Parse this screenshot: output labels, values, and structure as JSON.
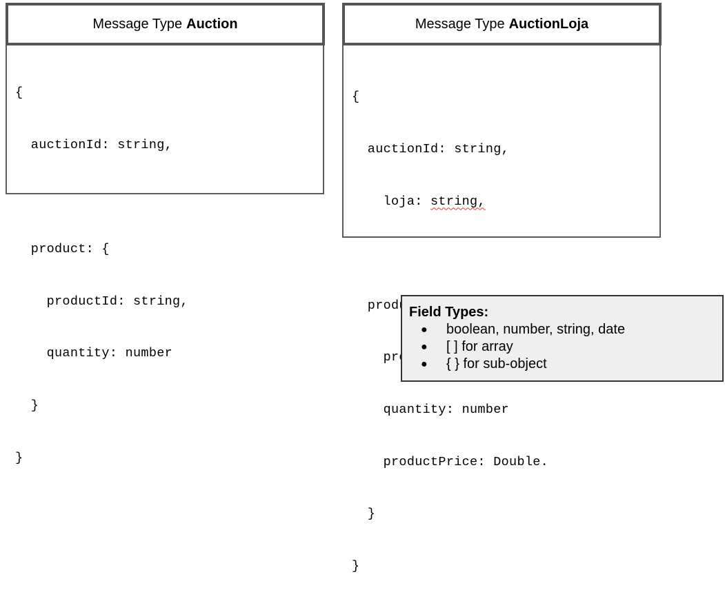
{
  "box_auction": {
    "header_prefix": "Message Type",
    "header_name": "Auction",
    "code_lines": [
      "{",
      "  auctionId: string,",
      "",
      "  product: {",
      "    productId: string,",
      "    quantity: number",
      "  }",
      "}"
    ]
  },
  "box_auction_loja": {
    "header_prefix": "Message Type",
    "header_name": "AuctionLoja",
    "code_lines": [
      "{",
      "  auctionId: string,",
      "    loja: ",
      "",
      "  product: {",
      "    productId: string,",
      "    quantity: number",
      "    productPrice: Double.",
      "  }",
      "}"
    ],
    "loja_type_misspelled": "string,"
  },
  "legend": {
    "title": "Field Types:",
    "bullet_glyph": "●",
    "items": [
      "boolean, number, string, date",
      "[ ] for array",
      "{ } for sub-object"
    ]
  },
  "colors": {
    "box_border": "#5a5a5a",
    "header_border": "#555555",
    "legend_bg": "#efefef",
    "spellcheck_underline": "#d23b3b"
  }
}
